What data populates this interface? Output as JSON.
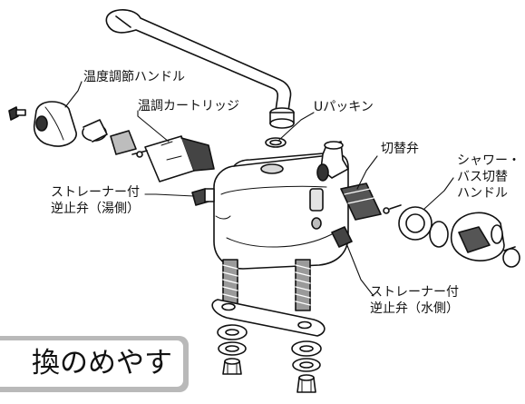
{
  "labels": {
    "temp_handle": "温度調節ハンドル",
    "temp_cartridge": "温調カートリッジ",
    "u_packing": "Uパッキン",
    "switch_valve": "切替弁",
    "shower_bath_line1": "シャワー・",
    "shower_bath_line2": "バス切替",
    "shower_bath_line3": "ハンドル",
    "strainer_hot_line1": "ストレーナー付",
    "strainer_hot_line2": "逆止弁（湯側）",
    "strainer_cold_line1": "ストレーナー付",
    "strainer_cold_line2": "逆止弁（水側）"
  },
  "banner": {
    "text": "換のめやす"
  },
  "colors": {
    "line": "#111111",
    "part_fill": "#ffffff",
    "shade": "#cfcfcf",
    "dark": "#555555",
    "banner_border": "#b9b9b9"
  }
}
